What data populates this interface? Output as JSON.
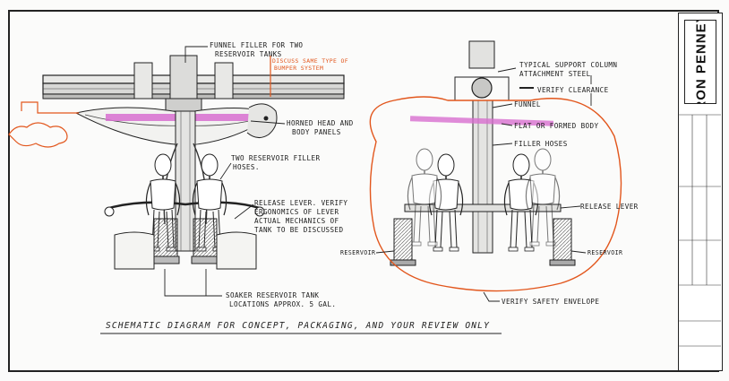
{
  "labels": {
    "funnel_filler": "FUNNEL FILLER FOR TWO",
    "reservoir_tanks": "RESERVOIR TANKS",
    "discuss_bumper_1": "DISCUSS SAME TYPE OF",
    "discuss_bumper_2": "BUMPER SYSTEM",
    "horned_head_1": "HORNED HEAD AND",
    "horned_head_2": "BODY PANELS",
    "two_reservoir_1": "TWO RESERVOIR FILLER",
    "two_reservoir_2": "HOSES.",
    "release_1": "RELEASE LEVER. VERIFY",
    "release_2": "ERGONOMICS OF LEVER",
    "release_3": "ACTUAL MECHANICS OF",
    "release_4": "TANK TO BE DISCUSSED",
    "soaker_1": "SOAKER RESERVOIR TANK",
    "soaker_2": "LOCATIONS APPROX. 5 GAL.",
    "support_1": "TYPICAL SUPPORT COLUMN",
    "support_2": "ATTACHMENT STEEL",
    "verify_clearance": "VERIFY CLEARANCE",
    "funnel": "FUNNEL",
    "flat_body": "FLAT OR FORMED BODY",
    "filler_hoses": "FILLER HOSES",
    "release_lever": "RELEASE LEVER",
    "reservoir_left": "RESERVOIR",
    "reservoir_right": "RESERVOIR",
    "safety_envelope": "VERIFY SAFETY ENVELOPE"
  },
  "title": "SCHEMATIC DIAGRAM FOR CONCEPT, PACKAGING, AND YOUR REVIEW ONLY",
  "logo_text": "RON PENNEY",
  "colors": {
    "ink": "#1a1a1a",
    "markup": "#e2561c",
    "highlight": "#d86fd0"
  }
}
